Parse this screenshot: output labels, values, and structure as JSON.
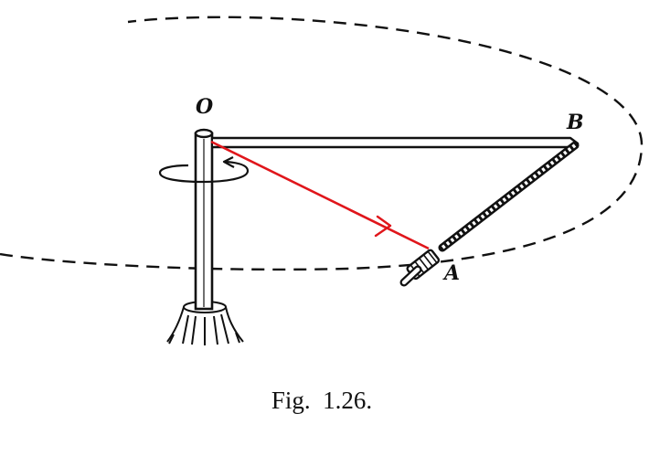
{
  "figure": {
    "labels": {
      "o": "O",
      "b": "B",
      "a": "A"
    },
    "caption": "Fig.  1.26.",
    "colors": {
      "ink": "#111111",
      "vector": "#e0161b"
    }
  }
}
